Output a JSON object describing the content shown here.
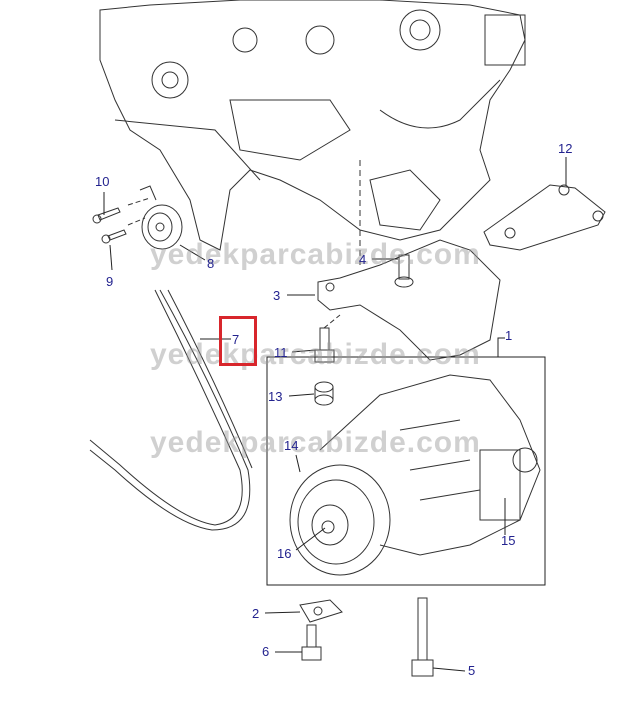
{
  "watermark": "yedekparcabizde.com",
  "highlight_color": "#d8262c",
  "label_color": "#23238f",
  "callouts": {
    "c1": "1",
    "c2": "2",
    "c3": "3",
    "c4": "4",
    "c5": "5",
    "c6": "6",
    "c7": "7",
    "c8": "8",
    "c9": "9",
    "c10": "10",
    "c11": "11",
    "c12": "12",
    "c13": "13",
    "c14": "14",
    "c15": "15",
    "c16": "16"
  },
  "highlighted_callout": "7"
}
